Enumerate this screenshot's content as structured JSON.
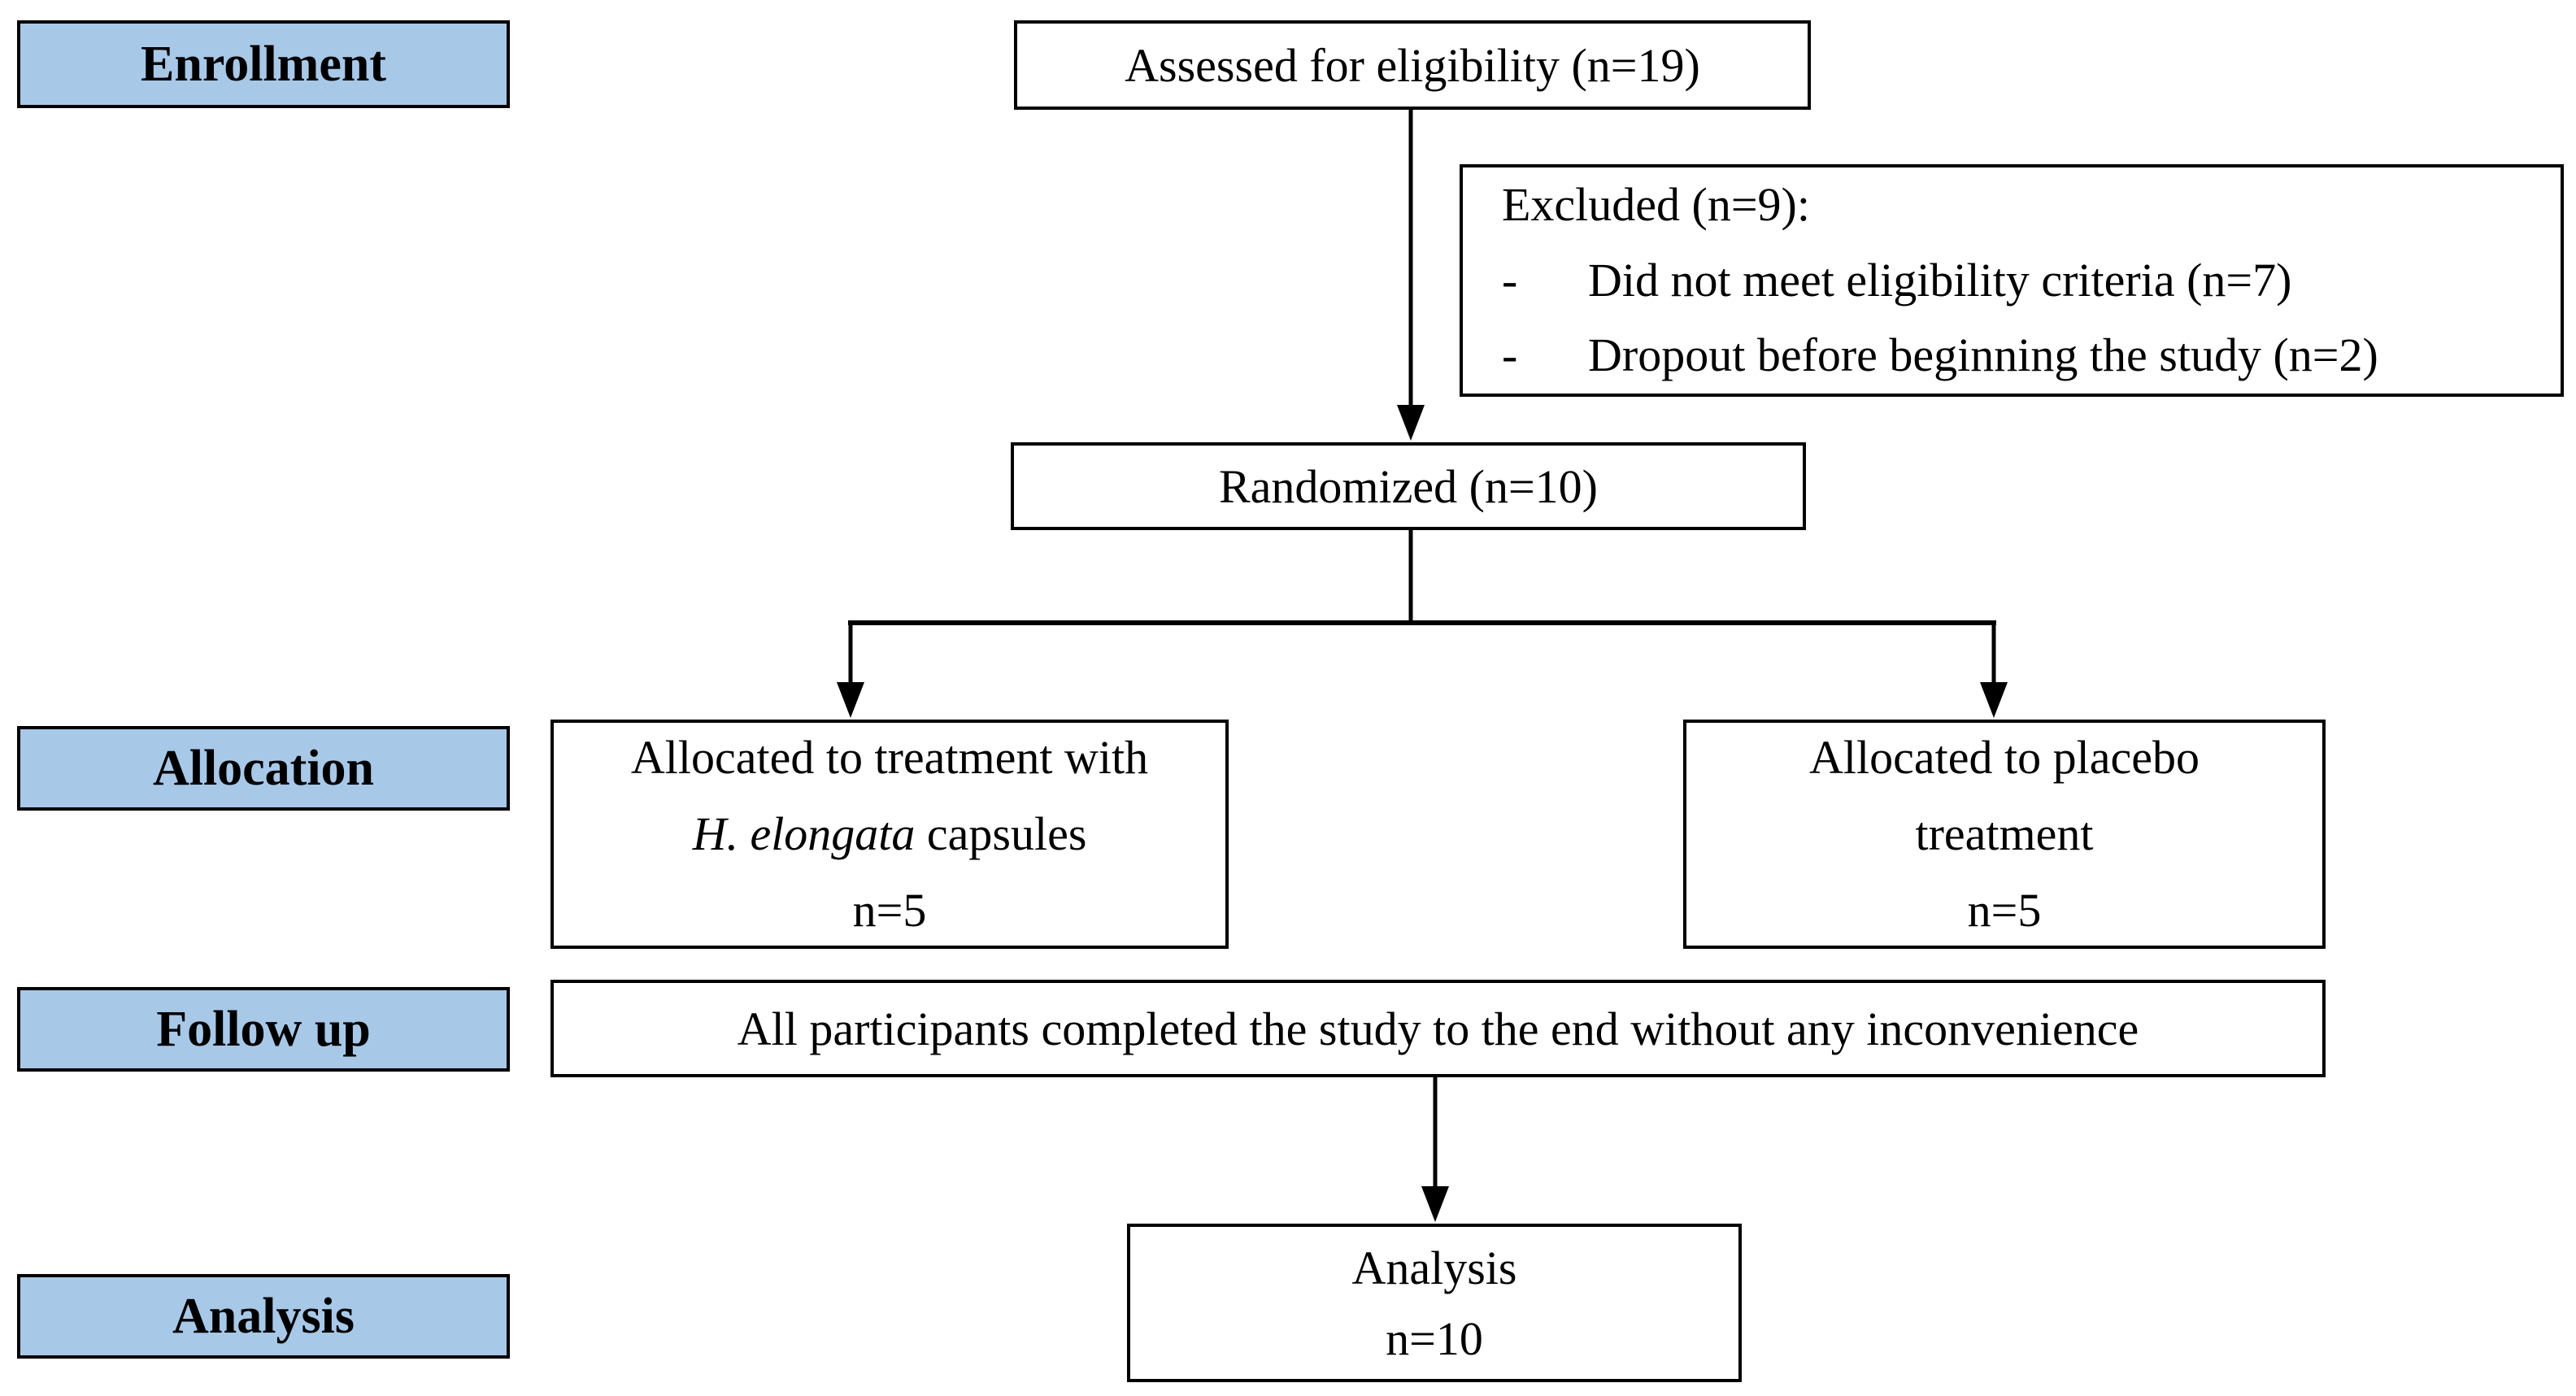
{
  "figure": {
    "colors": {
      "stage_fill": "#a8c8e8",
      "border": "#000000",
      "background": "#ffffff"
    },
    "stages": {
      "enrollment": "Enrollment",
      "allocation": "Allocation",
      "followup": "Follow up",
      "analysis": "Analysis"
    },
    "boxes": {
      "assessed": "Assessed for eligibility (n=19)",
      "excluded": {
        "title": "Excluded (n=9):",
        "bullet": "-",
        "items": [
          "Did not meet eligibility criteria (n=7)",
          "Dropout before beginning the study (n=2)"
        ]
      },
      "randomized": "Randomized (n=10)",
      "allocation_treatment": {
        "line1": "Allocated to treatment with",
        "species_italic": "H. elongata",
        "line2_rest": " capsules",
        "n": "n=5"
      },
      "allocation_placebo": {
        "line1": "Allocated to placebo",
        "line2": "treatment",
        "n": "n=5"
      },
      "followup": "All participants completed the study to the end without any inconvenience",
      "analysis": {
        "line1": "Analysis",
        "n": "n=10"
      }
    }
  }
}
